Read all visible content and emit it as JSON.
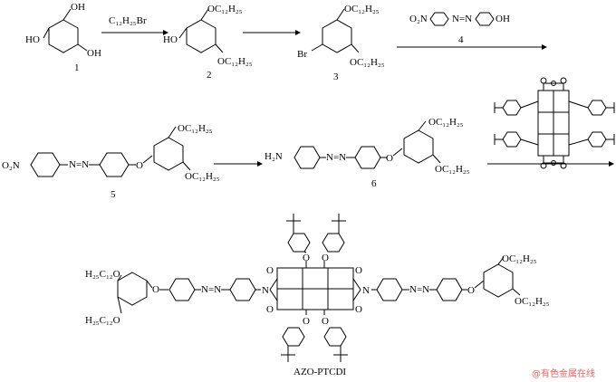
{
  "compounds": {
    "c1": {
      "number": "1",
      "oh_top": "OH",
      "oh_bottom": "OH",
      "oh_left": "HO"
    },
    "c2": {
      "number": "2",
      "sub_top": "OC₁₂H₂₅",
      "sub_bottom": "OC₁₂H₂₅",
      "oh_left": "HO"
    },
    "c3": {
      "number": "3",
      "sub_top": "OC₁₂H₂₅",
      "sub_bottom": "OC₁₂H₂₅",
      "br": "Br"
    },
    "c4": {
      "number": "4",
      "no2": "O₂N",
      "azo": "N=N",
      "oh": "OH"
    },
    "c5": {
      "number": "5",
      "no2": "O₂N",
      "azo": "N=N",
      "o_link": "O",
      "sub_top": "OC₁₂H₂₅",
      "sub_bottom": "OC₁₂H₂₅"
    },
    "c6": {
      "number": "6",
      "nh2": "H₂N",
      "azo": "N=N",
      "o_link": "O",
      "sub_top": "OC₁₂H₂₅",
      "sub_bottom": "OC₁₂H₂₅"
    },
    "product": {
      "name": "AZO-PTCDI",
      "left_sub_top": "H₂₅C₁₂O",
      "left_sub_bottom": "H₂₅C₁₂O",
      "right_sub_top": "OC₁₂H₂₅",
      "right_sub_bottom": "OC₁₂H₂₅",
      "imide_n": "N",
      "carbonyl_o": "O",
      "azo": "N=N",
      "ether_o": "O"
    }
  },
  "reagents": {
    "step1": "C₁₂H₂₅Br",
    "step3": "O₂N–C₆H₄–N=N–C₆H₄–OH"
  },
  "watermark": "@有色金属在线"
}
